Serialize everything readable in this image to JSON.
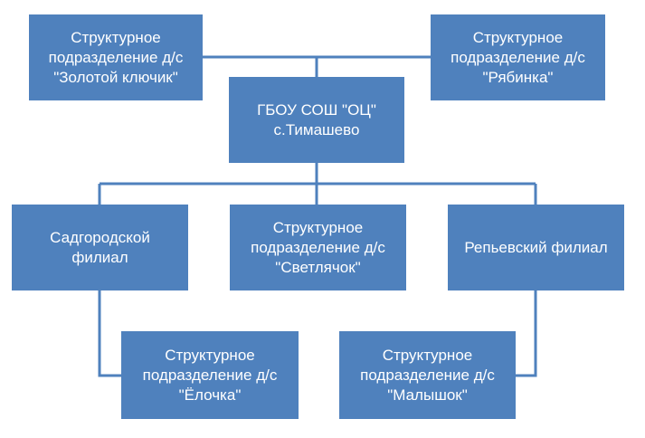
{
  "colors": {
    "node_fill": "#4f81bd",
    "connector": "#4f81bd",
    "text": "#ffffff"
  },
  "diagram": {
    "root": {
      "text": "ГБОУ СОШ \"ОЦ\"\nс.Тимашево"
    },
    "assistants": [
      {
        "text": "Структурное\nподразделение д/с\n\"Золотой ключик\""
      },
      {
        "text": "Структурное\nподразделение д/с\n\"Рябинка\""
      }
    ],
    "children": [
      {
        "text": "Садгородской\nфилиал"
      },
      {
        "text": "Структурное\nподразделение д/с\n\"Светлячок\""
      },
      {
        "text": "Репьевский филиал"
      }
    ],
    "grandchildren": [
      {
        "text": "Структурное\nподразделение д/с\n\"Ёлочка\""
      },
      {
        "text": "Структурное\nподразделение д/с\n\"Малышок\""
      }
    ]
  }
}
